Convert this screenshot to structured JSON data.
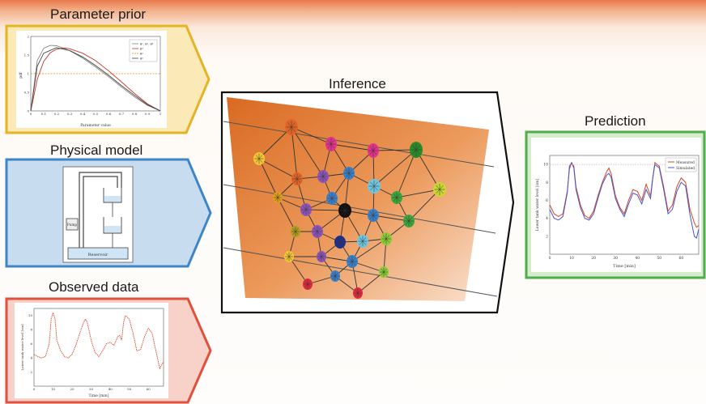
{
  "titles": {
    "parameter_prior": "Parameter prior",
    "physical_model": "Physical model",
    "observed_data": "Observed data",
    "inference": "Inference",
    "prediction": "Prediction"
  },
  "prior_plot": {
    "xlabel": "Parameter value",
    "ylabel": "pdf",
    "x_ticks": [
      "0",
      "0.1",
      "0.2",
      "0.3",
      "0.4",
      "0.5",
      "0.6",
      "0.7",
      "0.8",
      "0.9",
      "1"
    ],
    "y_ticks": [
      "0",
      "0.5",
      "1",
      "1.5",
      "2"
    ],
    "legend": [
      "θ¹, θ², θ³",
      "θ⁴",
      "θ⁵",
      "θ⁶"
    ]
  },
  "physical_model_labels": {
    "pump": "Pump",
    "reservoir": "Reservoir"
  },
  "observed_plot": {
    "xlabel": "Time [min]",
    "ylabel": "Lower tank water level [cm]",
    "x_ticks": [
      "0",
      "10",
      "20",
      "30",
      "40",
      "50",
      "60"
    ],
    "y_ticks": [
      "2",
      "4",
      "6",
      "8",
      "10"
    ]
  },
  "prediction_plot": {
    "xlabel": "Time [min]",
    "ylabel": "Lower tank water level [cm]",
    "x_ticks": [
      "0",
      "10",
      "20",
      "30",
      "40",
      "50",
      "60"
    ],
    "y_ticks": [
      "2",
      "4",
      "6",
      "8",
      "10"
    ],
    "legend": [
      "Measured",
      "Simulated"
    ]
  },
  "colors": {
    "prior_border": "#e5b423",
    "prior_fill": "#fbe9b8",
    "model_border": "#3f86c8",
    "model_fill": "#c8dcef",
    "observed_border": "#e0503a",
    "observed_fill": "#f8d2c8",
    "prediction_border": "#4fae4a",
    "prediction_fill": "#d6eccd",
    "measured": "#d9442a",
    "simulated": "#4457c8"
  },
  "chart_data": [
    {
      "type": "line",
      "title": "",
      "xlabel": "Parameter value",
      "ylabel": "pdf",
      "xlim": [
        0,
        1
      ],
      "ylim": [
        0,
        2
      ],
      "series": [
        {
          "name": "θ¹, θ², θ³",
          "x": [
            0,
            0.05,
            0.1,
            0.15,
            0.2,
            0.3,
            0.4,
            0.5,
            0.6,
            0.7,
            0.8,
            0.9,
            1
          ],
          "y": [
            0,
            1.35,
            1.68,
            1.76,
            1.75,
            1.62,
            1.42,
            1.18,
            0.92,
            0.64,
            0.38,
            0.15,
            0
          ]
        },
        {
          "name": "θ⁴",
          "x": [
            0,
            0.05,
            0.1,
            0.15,
            0.2,
            0.25,
            0.3,
            0.4,
            0.5,
            0.6,
            0.7,
            0.8,
            0.9,
            1
          ],
          "y": [
            0,
            0.85,
            1.33,
            1.56,
            1.66,
            1.69,
            1.67,
            1.55,
            1.35,
            1.08,
            0.78,
            0.47,
            0.19,
            0
          ]
        },
        {
          "name": "θ⁵",
          "x": [
            0,
            1
          ],
          "y": [
            1,
            1
          ]
        },
        {
          "name": "θ⁶",
          "x": [
            0,
            0.05,
            0.1,
            0.2,
            0.3,
            0.4,
            0.5,
            0.6,
            0.7,
            0.8,
            0.9,
            1
          ],
          "y": [
            0,
            1.2,
            1.55,
            1.7,
            1.62,
            1.45,
            1.22,
            0.96,
            0.68,
            0.42,
            0.17,
            0
          ]
        }
      ]
    },
    {
      "type": "line",
      "title": "",
      "xlabel": "Time [min]",
      "ylabel": "Lower tank water level [cm]",
      "xlim": [
        0,
        68
      ],
      "ylim": [
        0,
        11
      ],
      "series": [
        {
          "name": "",
          "x": [
            0,
            2,
            4,
            6,
            8,
            9,
            10,
            11,
            12,
            14,
            16,
            18,
            20,
            22,
            24,
            26,
            27,
            28,
            30,
            32,
            34,
            36,
            38,
            40,
            42,
            44,
            45,
            46,
            47,
            48,
            50,
            52,
            54,
            56,
            58,
            60,
            62,
            64,
            66,
            68
          ],
          "y": [
            4.5,
            4.2,
            4.0,
            4.2,
            6.0,
            9.5,
            10.4,
            9.6,
            6.5,
            5.0,
            4.2,
            4.0,
            4.5,
            5.8,
            7.5,
            9.0,
            9.5,
            9.0,
            6.5,
            4.8,
            4.2,
            5.0,
            6.0,
            6.2,
            5.8,
            7.0,
            7.2,
            6.5,
            9.0,
            10.0,
            9.5,
            7.5,
            5.0,
            5.2,
            7.0,
            8.2,
            7.5,
            5.0,
            2.5,
            3.5
          ]
        }
      ]
    },
    {
      "type": "line",
      "title": "",
      "xlabel": "Time [min]",
      "ylabel": "Lower tank water level [cm]",
      "xlim": [
        0,
        68
      ],
      "ylim": [
        0,
        11
      ],
      "series": [
        {
          "name": "Measured",
          "x": [
            0,
            2,
            4,
            6,
            8,
            9,
            10,
            11,
            12,
            14,
            16,
            18,
            20,
            22,
            24,
            26,
            27,
            28,
            30,
            32,
            34,
            36,
            38,
            40,
            42,
            44,
            46,
            47,
            48,
            50,
            52,
            54,
            56,
            58,
            60,
            62,
            64,
            66,
            67,
            68
          ],
          "y": [
            5.5,
            4.5,
            4.2,
            4.5,
            7.0,
            9.5,
            10.2,
            9.8,
            7.5,
            5.5,
            4.3,
            4.0,
            4.8,
            6.5,
            8.0,
            9.2,
            9.6,
            9.0,
            6.5,
            5.2,
            4.5,
            6.0,
            7.2,
            7.0,
            6.0,
            7.8,
            6.5,
            8.5,
            10.2,
            9.8,
            7.5,
            4.8,
            5.5,
            7.5,
            8.5,
            8.0,
            5.0,
            3.5,
            3.0,
            3.2
          ]
        },
        {
          "name": "Simulated",
          "x": [
            0,
            2,
            4,
            6,
            8,
            9,
            10,
            11,
            12,
            14,
            16,
            18,
            20,
            22,
            24,
            26,
            27,
            28,
            30,
            32,
            34,
            36,
            38,
            40,
            42,
            44,
            46,
            47,
            48,
            50,
            52,
            54,
            56,
            58,
            60,
            62,
            64,
            66,
            67,
            68
          ],
          "y": [
            5.0,
            4.0,
            3.8,
            4.2,
            6.8,
            9.8,
            10.2,
            9.6,
            7.2,
            5.2,
            4.0,
            3.8,
            4.5,
            6.2,
            7.8,
            8.8,
            9.0,
            8.6,
            6.2,
            5.0,
            4.2,
            5.6,
            6.8,
            6.6,
            5.6,
            7.2,
            6.2,
            8.4,
            10.0,
            9.6,
            7.2,
            4.5,
            5.0,
            7.0,
            8.0,
            7.6,
            4.4,
            2.0,
            1.8,
            2.8
          ]
        }
      ]
    }
  ]
}
